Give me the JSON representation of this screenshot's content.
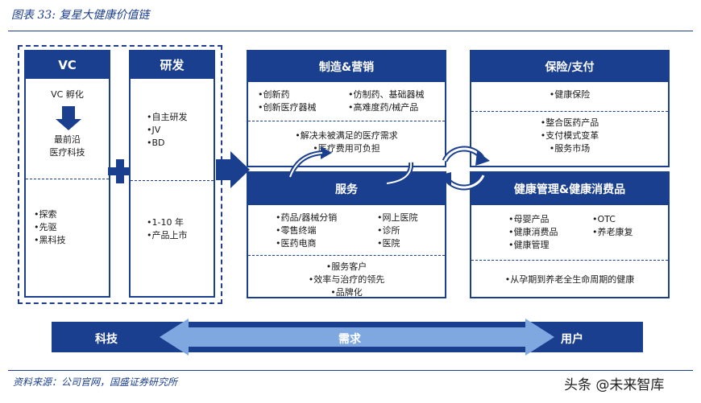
{
  "figure_title": "图表 33:  复星大健康价值链",
  "source": "资料来源：公司官网，国盛证券研究所",
  "watermark": "头条 @未来智库",
  "vc": {
    "title": "VC",
    "incubate": "VC 孵化",
    "frontier_line1": "最前沿",
    "frontier_line2": "医疗科技",
    "items": [
      "探索",
      "先驱",
      "黑科技"
    ]
  },
  "rd": {
    "title": "研发",
    "items": [
      "自主研发",
      "JV",
      "BD"
    ],
    "lower_items": [
      "1-10 年",
      "产品上市"
    ]
  },
  "manufacturing": {
    "title": "制造&营销",
    "left_items": [
      "创新药",
      "创新医疗器械"
    ],
    "right_items": [
      "仿制药、基础器械",
      "高难度药/械产品"
    ],
    "lower_items": [
      "解决未被满足的医疗需求",
      "医疗费用可负担"
    ]
  },
  "insurance": {
    "title": "保险/支付",
    "items": [
      "健康保险"
    ],
    "lower_items": [
      "整合医药产品",
      "支付模式变革",
      "服务市场"
    ]
  },
  "services": {
    "title": "服务",
    "left_items": [
      "药品/器械分销",
      "零售终端",
      "医药电商"
    ],
    "right_items": [
      "网上医院",
      "诊所",
      "医院"
    ],
    "lower_items": [
      "服务客户",
      "效率与治疗的领先",
      "品牌化"
    ]
  },
  "health_mgmt": {
    "title": "健康管理&健康消费品",
    "left_items": [
      "母婴产品",
      "健康消费品",
      "健康管理"
    ],
    "right_items": [
      "OTC",
      "养老康复"
    ],
    "lower_items": [
      "从孕期到养老全生命周期的健康"
    ]
  },
  "bottom_band": {
    "left": "科技",
    "center": "需求",
    "right": "用户"
  },
  "colors": {
    "primary": "#1b3f8f",
    "arrow_light": "#7ea8df"
  }
}
